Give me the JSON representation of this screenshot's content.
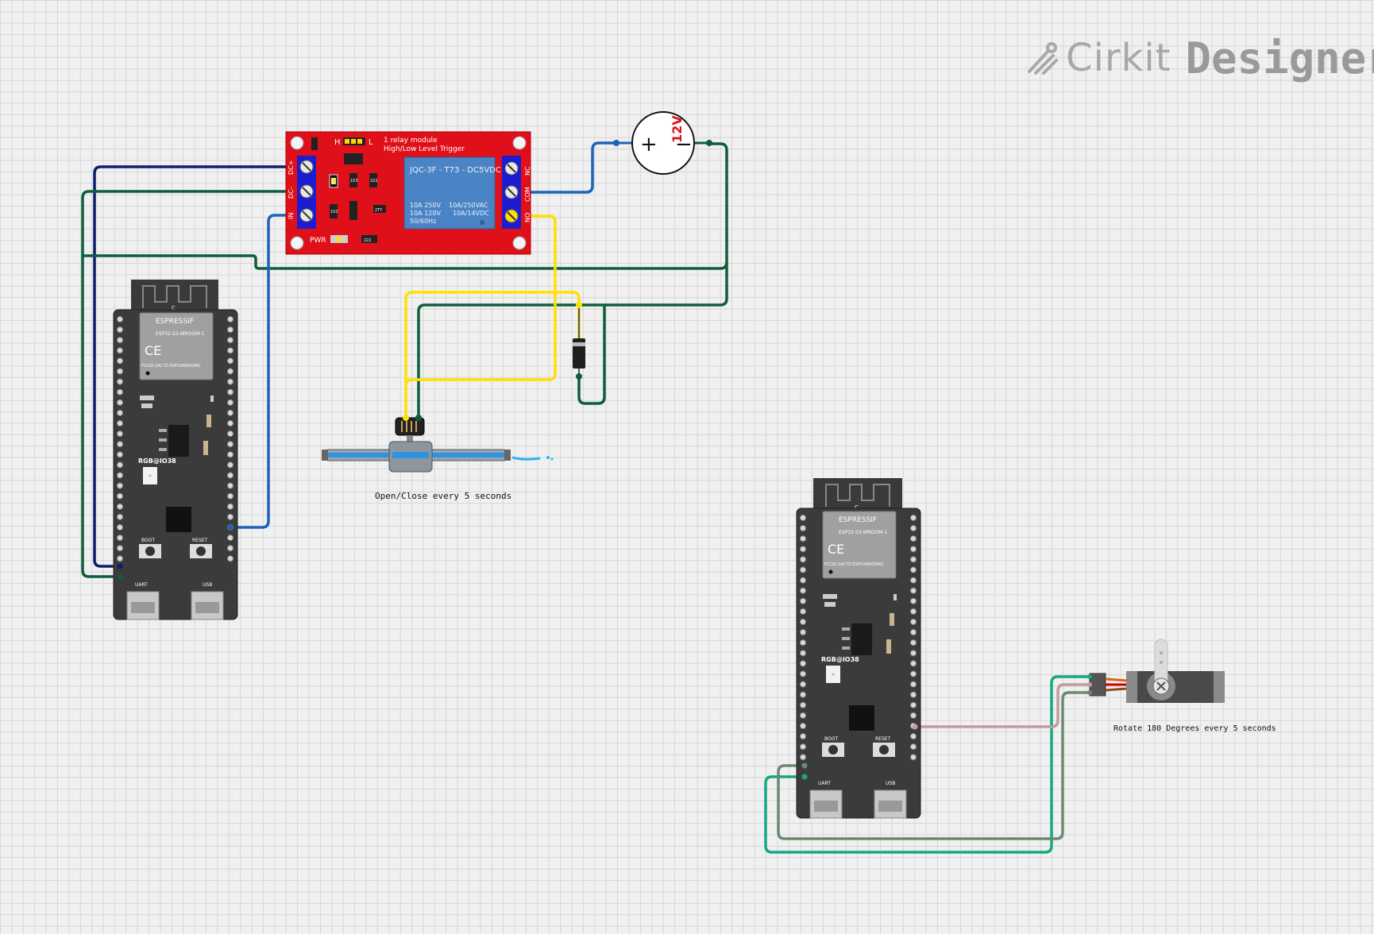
{
  "brand": {
    "name_light": "Cirkit",
    "name_bold": "Designer"
  },
  "relay": {
    "title_line1": "1 relay module",
    "title_line2": "High/Low Level Trigger",
    "jumper_h": "H",
    "jumper_l": "L",
    "relay_model": "JQC-3F - T73 - DC5VDC",
    "rating_l1": "10A 250V",
    "rating_l2": "10A 120V",
    "rating_l3": "50/60Hz",
    "rating_r1": "10A/250VAC",
    "rating_r2": "10A/14VDC",
    "pwr_label": "PWR",
    "pin_dc_plus": "DC+",
    "pin_dc_minus": "DC-",
    "pin_in": "IN",
    "pin_nc": "NC",
    "pin_com": "COM",
    "pin_no": "NO",
    "smd_1": "103",
    "smd_2": "222",
    "smd_3": "102",
    "smd_4": "222",
    "smd_5": "2TY"
  },
  "battery": {
    "label": "12V",
    "plus": "+",
    "minus": "−"
  },
  "valve": {
    "caption": "Open/Close every 5 seconds"
  },
  "servo": {
    "caption": "Rotate 180 Degrees every 5 seconds"
  },
  "esp_boards": [
    {
      "brand": "ESPRESSIF",
      "module": "ESP32-S3-WROOM-1",
      "fcc": "FCCID:2AC7Z-ESPS3WROOM1",
      "rgb": "RGB@IO38",
      "boot": "BOOT",
      "reset": "RESET",
      "uart": "UART",
      "usb": "USB",
      "ant": "C"
    },
    {
      "brand": "ESPRESSIF",
      "module": "ESP32-S3-WROOM-1",
      "fcc": "FCCID:2AC7Z-ESPS3WROOM1",
      "rgb": "RGB@IO38",
      "boot": "BOOT",
      "reset": "RESET",
      "uart": "UART",
      "usb": "USB",
      "ant": "C"
    }
  ],
  "colors": {
    "navy_wire": "#0c1f6e",
    "green_wire": "#0f5e3a",
    "blue_wire": "#1d64b8",
    "yellow_wire": "#ffe000",
    "teal_wire": "#14a884",
    "gray_green_wire": "#6a8a70",
    "pink_wire": "#c49aa0",
    "relay_red": "#e0101a",
    "board_dark": "#3a3a3a"
  }
}
